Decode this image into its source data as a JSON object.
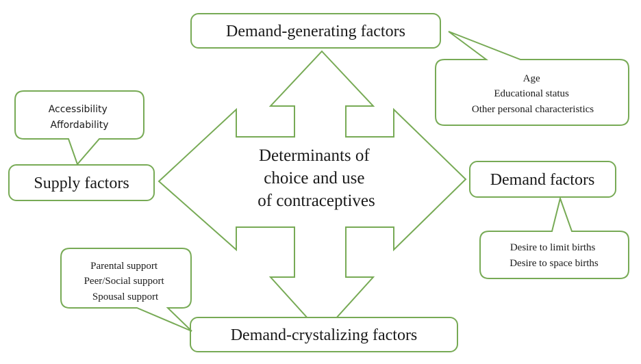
{
  "colors": {
    "stroke": "#77aa55",
    "text": "#1a1a1a",
    "background": "#ffffff"
  },
  "center": {
    "lines": [
      "Determinants of",
      "choice and use",
      "of contraceptives"
    ]
  },
  "demand_generating": {
    "title": "Demand-generating factors",
    "details": [
      "Age",
      "Educational status",
      "Other personal characteristics"
    ]
  },
  "supply": {
    "title": "Supply factors",
    "details": [
      "Accessibility",
      "Affordability"
    ]
  },
  "demand": {
    "title": "Demand factors",
    "details": [
      "Desire to limit births",
      "Desire to space births"
    ]
  },
  "demand_crystalizing": {
    "title": "Demand-crystalizing factors",
    "details": [
      "Parental support",
      "Peer/Social support",
      "Spousal support"
    ]
  }
}
